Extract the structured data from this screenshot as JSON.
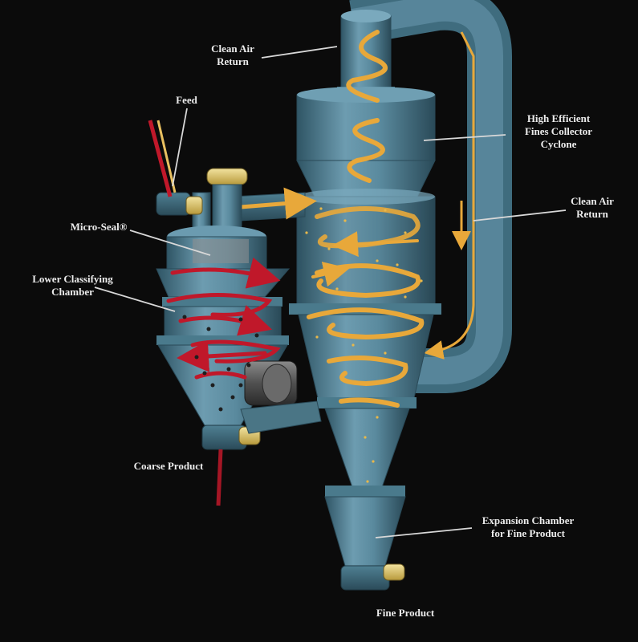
{
  "colors": {
    "background": "#0b0b0b",
    "equipment": "#5f8fa3",
    "equipment_dark": "#3b6374",
    "airflow": "#e8a83a",
    "coarse_flow": "#c0182a",
    "label_text": "#ececec",
    "leader_line": "#d8d8d8"
  },
  "labels": {
    "clean_air_return_top": {
      "line1": "Clean Air",
      "line2": "Return"
    },
    "feed": {
      "line1": "Feed"
    },
    "high_efficient": {
      "line1": "High Efficient",
      "line2": "Fines Collector",
      "line3": "Cyclone"
    },
    "clean_air_return_right": {
      "line1": "Clean Air",
      "line2": "Return"
    },
    "micro_seal": {
      "line1": "Micro-Seal®"
    },
    "lower_classifying": {
      "line1": "Lower Classifying",
      "line2": "Chamber"
    },
    "coarse_product": {
      "line1": "Coarse Product"
    },
    "expansion_chamber": {
      "line1": "Expansion Chamber",
      "line2": "for Fine Product"
    },
    "fine_product": {
      "line1": "Fine Product"
    }
  }
}
